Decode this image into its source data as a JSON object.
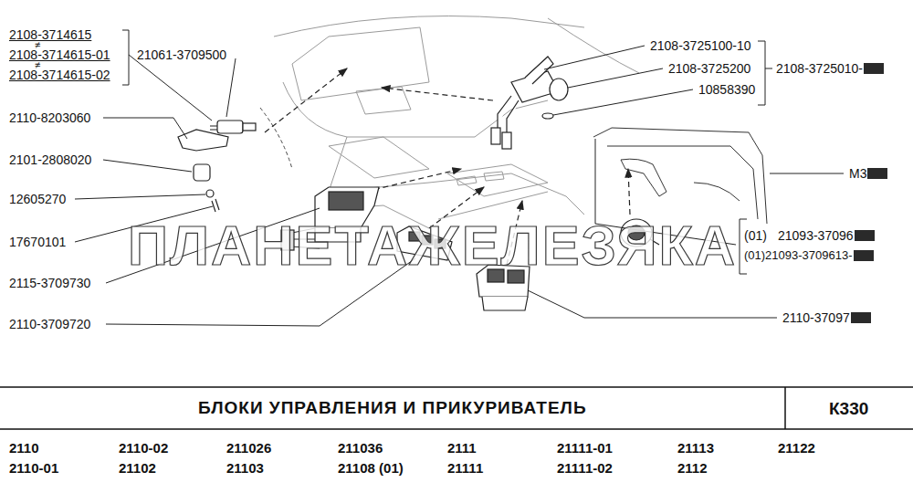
{
  "diagram": {
    "title": "БЛОКИ УПРАВЛЕНИЯ И ПРИКУРИВАТЕЛЬ",
    "labels": [
      "2108-3714615",
      "≠",
      "2108-3714615-01",
      "≠",
      "2108-3714615-02",
      "21061-3709500",
      "2110-8203060",
      "2101-2808020",
      "12605270",
      "17670101",
      "2115-3709730",
      "2110-3709720",
      "2108-3725100-10",
      "2108-3725200",
      "10858390",
      "2108-3725010-",
      "М3",
      "(01)",
      "21093-37096",
      "(01)21093-3709613-",
      "2110-37097",
      "К330",
      "ПЛАНЕТАЖЕЛЕЗЯКА",
      "2110",
      "2110-01",
      "2110-02",
      "21102",
      "211026",
      "21103",
      "211036",
      "21108 (01)",
      "2111",
      "21111",
      "21111-01",
      "21111-02",
      "21113",
      "2112",
      "21122"
    ]
  }
}
